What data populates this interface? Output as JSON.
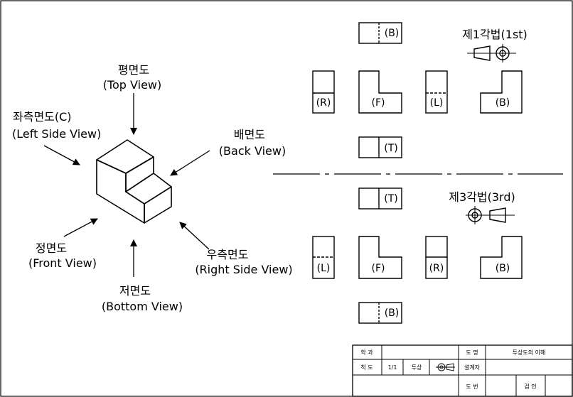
{
  "iso": {
    "top": {
      "ko": "평면도",
      "en": "(Top View)"
    },
    "left": {
      "ko": "좌측면도(C)",
      "en": "(Left Side View)"
    },
    "back": {
      "ko": "배면도",
      "en": "(Back View)"
    },
    "front": {
      "ko": "정면도",
      "en": "(Front View)"
    },
    "right": {
      "ko": "우측면도",
      "en": "(Right Side View)"
    },
    "bottom": {
      "ko": "저면도",
      "en": "(Bottom View)"
    }
  },
  "first_angle": {
    "title": "제1각법(1st)",
    "labels": {
      "top": "(B)",
      "left": "(R)",
      "front": "(F)",
      "right": "(L)",
      "back": "(B)",
      "bottom": "(T)"
    }
  },
  "third_angle": {
    "title": "제3각법(3rd)",
    "labels": {
      "top": "(T)",
      "left": "(L)",
      "front": "(F)",
      "right": "(R)",
      "back": "(B)",
      "bottom": "(B)"
    }
  },
  "title_block": {
    "dept_label": "학 과",
    "scale_label": "척 도",
    "scale_value": "1/1",
    "projection_label": "투상",
    "drawing_label": "도 명",
    "drawing_value": "투상도의 이해",
    "designer_label": "설계자",
    "number_label": "도 번",
    "checker_label": "검 인"
  }
}
